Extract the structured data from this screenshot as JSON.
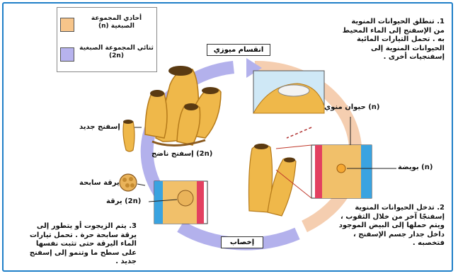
{
  "legend": [
    {
      "label": "أحادي المجموعة الصبغية (n)",
      "color": "#f7c58a"
    },
    {
      "label": "ثنائي المجموعة الصبغية (2n)",
      "color": "#b7b3ee"
    }
  ],
  "stages": {
    "meiosis": "انقسام ميوزي",
    "fertilization": "إخصاب"
  },
  "labels": {
    "sperm": "حيوان منوي (n)",
    "egg": "بويضة (n)",
    "adult_sponge": "إسفنج ناضج (2n)",
    "new_sponge": "إسفنج جديد",
    "swimming_larva": "يرقة سابحة",
    "larva": "يرقة (2n)"
  },
  "steps": [
    "1. تنطلق الحيوانات المنوية من الإسفنج إلى الماء المحيط به . تحمل التيارات المائية الحيوانات المنوية إلى إسفنجيات أخرى .",
    "2. تدخل الحيوانات المنوية إسفنجًا آخر من خلال الثقوب ، ويتم حملها إلى البيض الموجود داخل جدار جسم الإسفنج ، فتخصبه .",
    "3. يتم الزيجوت أو يتطور إلى يرقة سابحة حرة . تحمل تيارات الماء اليرقة حتى تثبت نفسها على سطح ما وتنمو إلى إسفنج جديد ."
  ],
  "colors": {
    "border": "#1f7fc8",
    "cycle_diploid": "#b3b1ec",
    "cycle_haploid": "#f5ceb0",
    "sponge": "#efb84a",
    "water": "#3aa3e0",
    "wall": "#e34060"
  }
}
